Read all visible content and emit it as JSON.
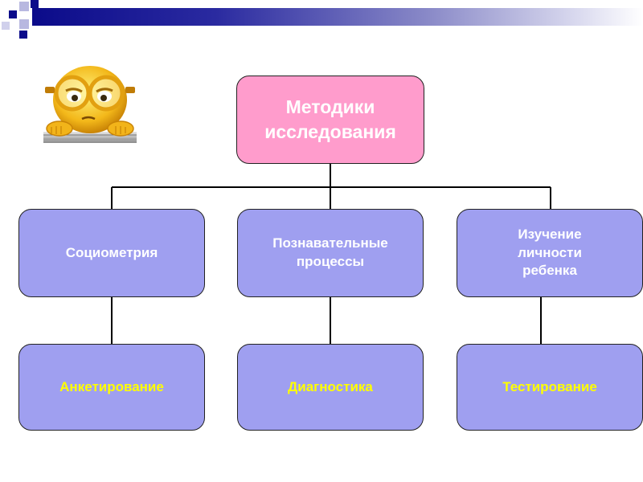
{
  "slide": {
    "header_color": "#0b0b8a",
    "root": {
      "label": "Методики\nисследования",
      "color": "#ff9ccc"
    },
    "branches": [
      {
        "label": "Социометрия",
        "child": {
          "label": "Анкетирование"
        }
      },
      {
        "label": "Познавательные\nпроцессы",
        "child": {
          "label": "Диагностика"
        }
      },
      {
        "label": "Изучение\nличности\nребенка",
        "child": {
          "label": "Тестирование"
        }
      }
    ],
    "box_color": "#9f9ff0",
    "child_text_color": "#ffff00",
    "decoration_icon": "thinking-emoticon-with-glasses"
  }
}
